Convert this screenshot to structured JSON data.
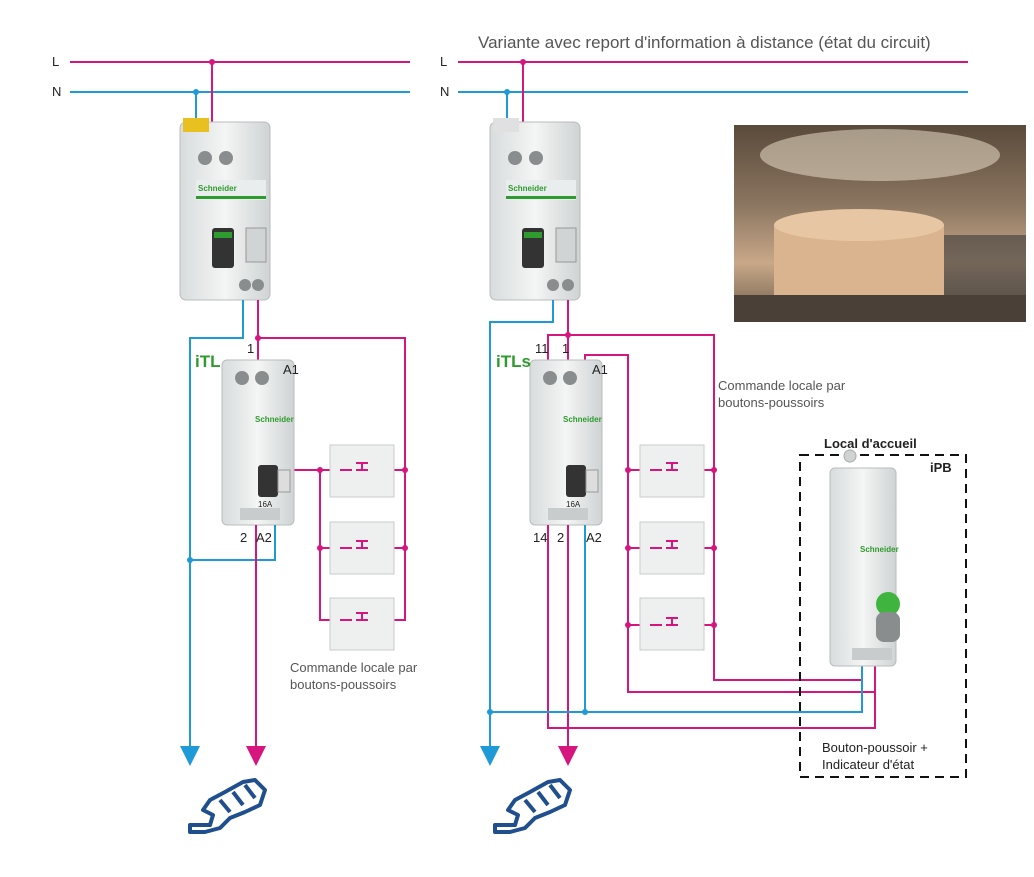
{
  "colors": {
    "phase": "#d6157f",
    "neutral": "#1e9ad6",
    "device": "#e8eaea",
    "brand_green": "#2e9b2e",
    "lamp": "#1f4f8c"
  },
  "left": {
    "rail_L": "L",
    "rail_N": "N",
    "relay_name": "iTL",
    "term_1": "1",
    "term_A1": "A1",
    "term_2": "2",
    "term_A2": "A2",
    "caption_line1": "Commande locale par",
    "caption_line2": "boutons-poussoirs"
  },
  "right": {
    "title": "Variante avec report d'information à distance (état du circuit)",
    "rail_L": "L",
    "rail_N": "N",
    "relay_name": "iTLs",
    "term_11": "11",
    "term_1": "1",
    "term_A1": "A1",
    "term_14": "14",
    "term_2": "2",
    "term_A2": "A2",
    "caption_line1": "Commande locale par",
    "caption_line2": "boutons-poussoirs",
    "box_title": "Local d'accueil",
    "box_device": "iPB",
    "box_caption_line1": "Bouton-poussoir +",
    "box_caption_line2": "Indicateur d'état"
  },
  "device_text": {
    "brand": "Schneider",
    "rating": "16A"
  },
  "icons": [
    "breaker-icon",
    "relay-icon",
    "pushbutton-icon",
    "lamp-icon",
    "reception-photo"
  ]
}
